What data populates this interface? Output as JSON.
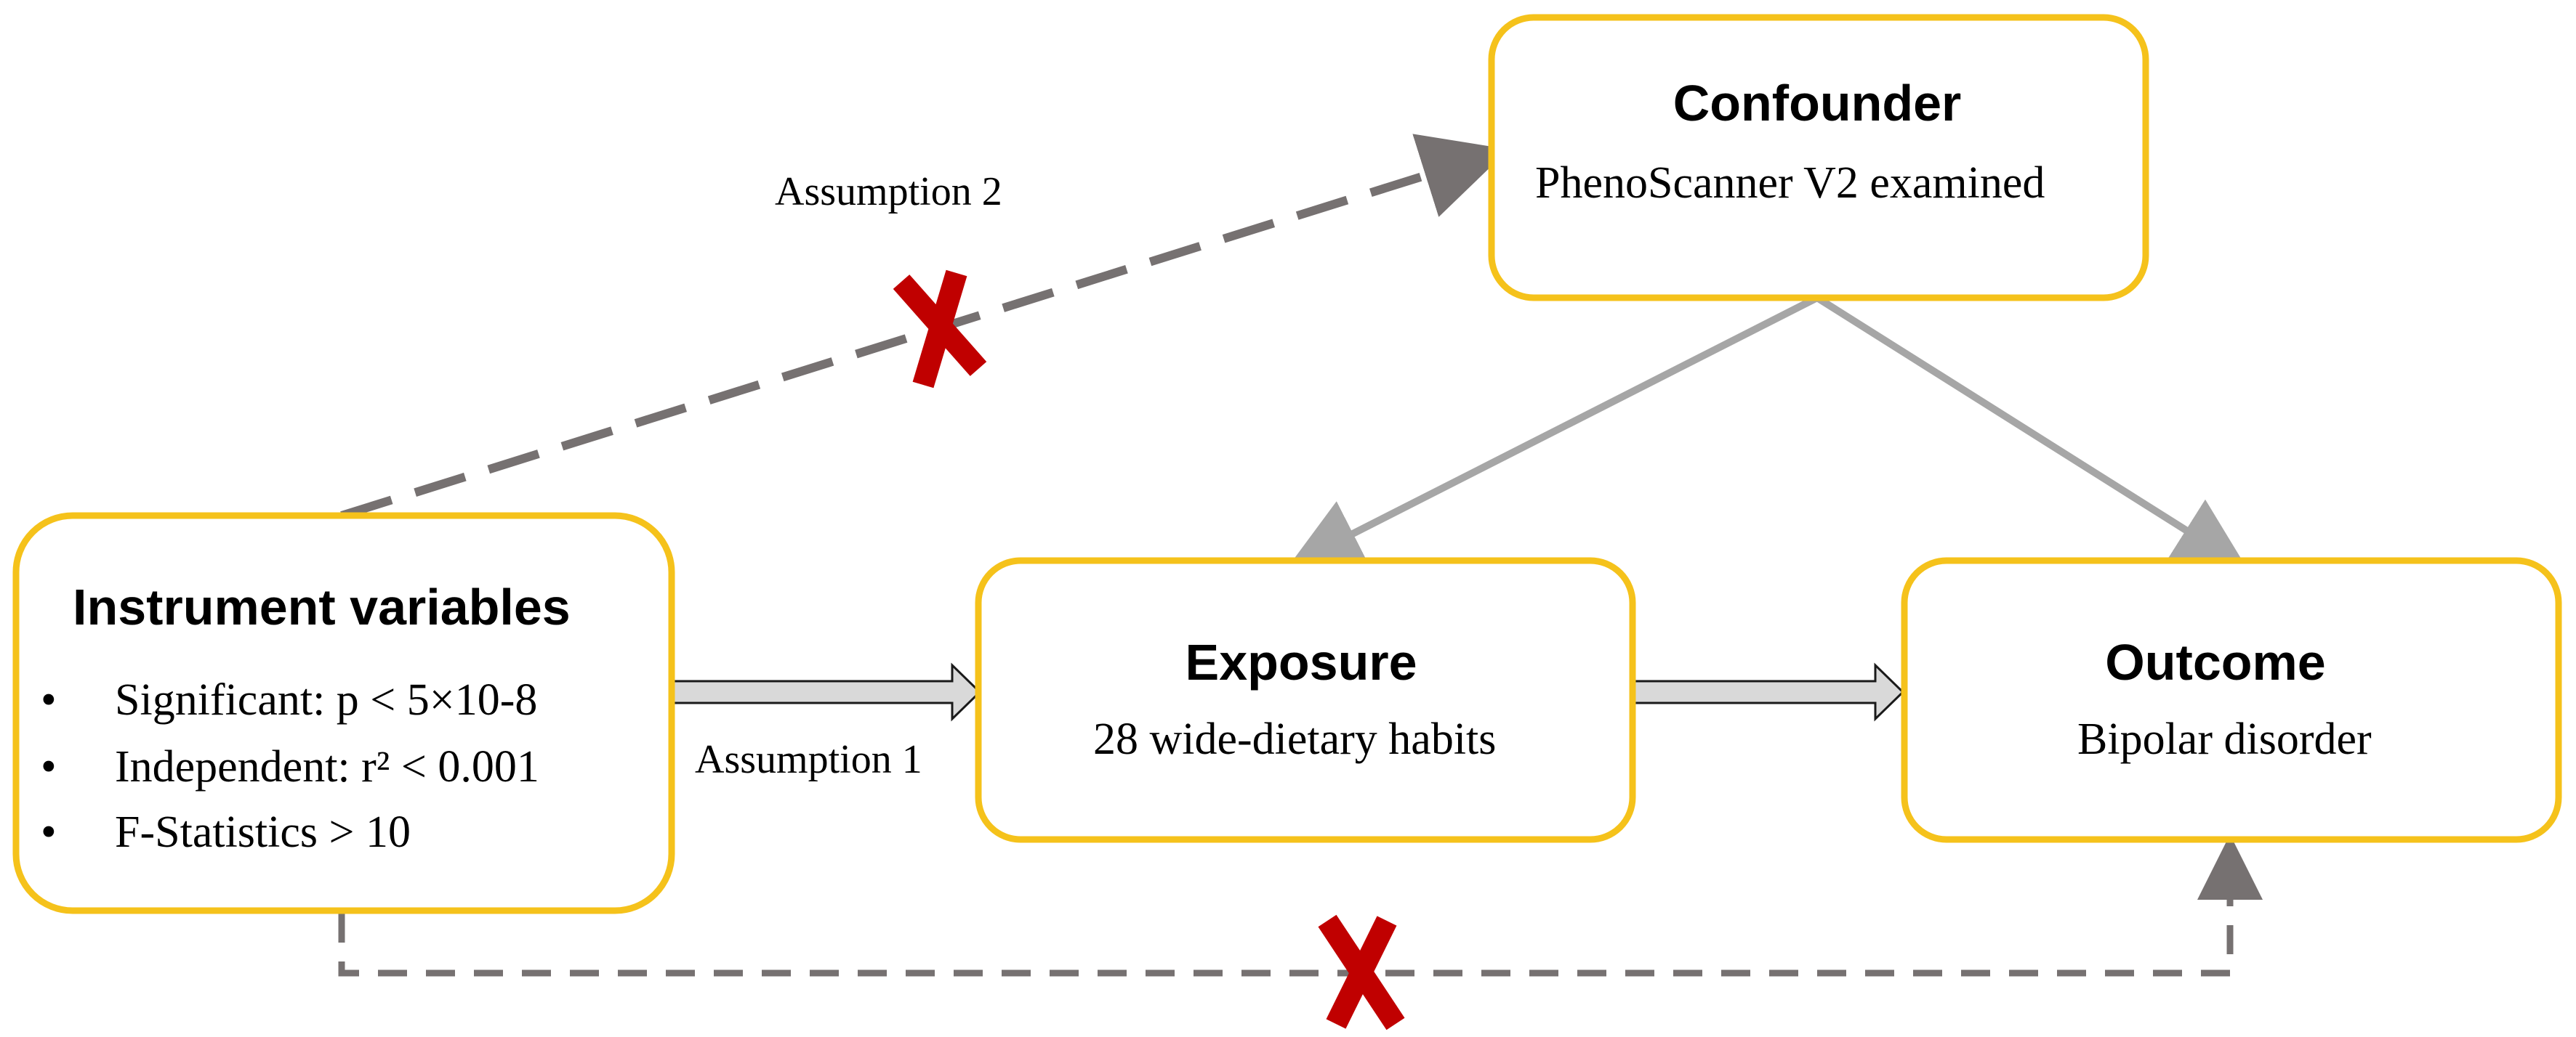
{
  "colors": {
    "box_border": "#F5C21B",
    "dashed_line": "#767171",
    "solid_arrow": "#A6A6A6",
    "block_arrow_fill": "#D9D9D9",
    "cross": "#C00000"
  },
  "labels": {
    "assumption_1": "Assumption 1",
    "assumption_2": "Assumption 2"
  },
  "nodes": {
    "confounder": {
      "title": "Confounder",
      "text": "PhenoScanner V2 examined"
    },
    "instrument": {
      "title": "Instrument variables",
      "criteria": [
        {
          "bullet": "•",
          "text": "Significant: p <  5×10-8"
        },
        {
          "bullet": "•",
          "text": "Independent: r² < 0.001"
        },
        {
          "bullet": "•",
          "text": "F-Statistics > 10"
        }
      ]
    },
    "exposure": {
      "title": "Exposure",
      "text": "28 wide-dietary habits"
    },
    "outcome": {
      "title": "Outcome",
      "text": "Bipolar disorder"
    }
  },
  "icons": {
    "violation_marker": "cross-icon"
  }
}
